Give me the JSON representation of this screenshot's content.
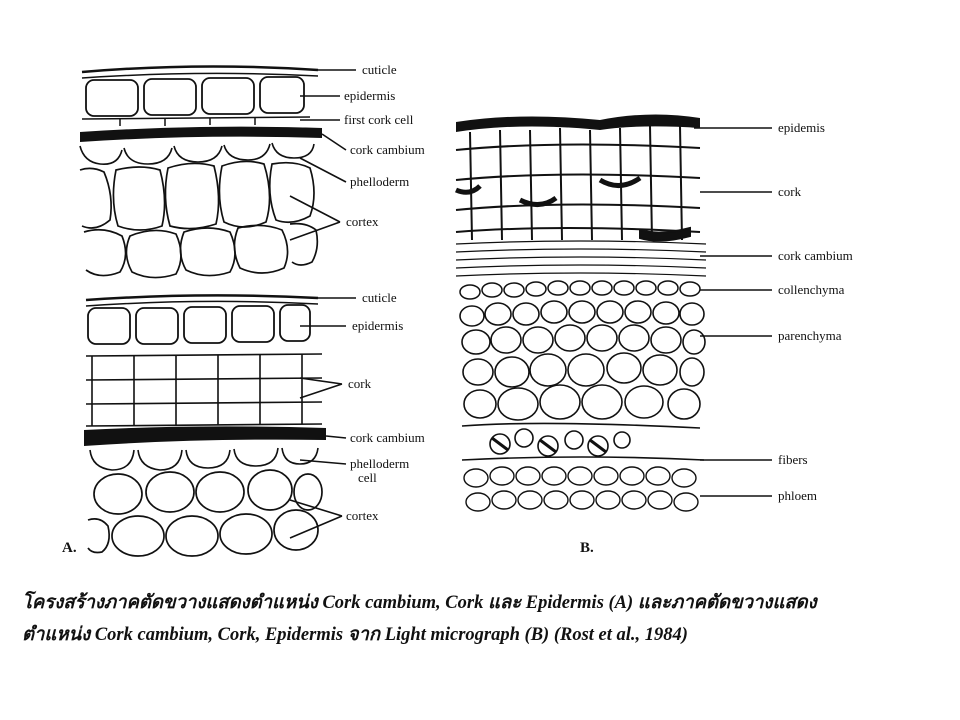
{
  "diagram_a": {
    "panel_label": "A.",
    "top_labels": {
      "cuticle": "cuticle",
      "epidermis": "epidermis",
      "first_cork_cell": "first cork cell",
      "cork_cambium": "cork cambium",
      "phelloderm": "phelloderm",
      "cortex": "cortex"
    },
    "bottom_labels": {
      "cuticle": "cuticle",
      "epidermis": "epidermis",
      "cork": "cork",
      "cork_cambium": "cork cambium",
      "phelloderm_line1": "phelloderm",
      "phelloderm_line2": "cell",
      "cortex": "cortex"
    }
  },
  "diagram_b": {
    "panel_label": "B.",
    "labels": {
      "epidermis": "epidemis",
      "cork": "cork",
      "cork_cambium": "cork cambium",
      "collenchyma": "collenchyma",
      "parenchyma": "parenchyma",
      "fibers": "fibers",
      "phloem": "phloem"
    }
  },
  "caption": {
    "line1": "โครงสร้างภาคตัดขวางแสดงตำแหน่ง Cork cambium, Cork และ Epidermis (A) และภาคตัดขวางแสดง",
    "line2": "ตำแหน่ง Cork cambium, Cork, Epidermis จาก Light micrograph (B) (Rost et al., 1984)"
  }
}
